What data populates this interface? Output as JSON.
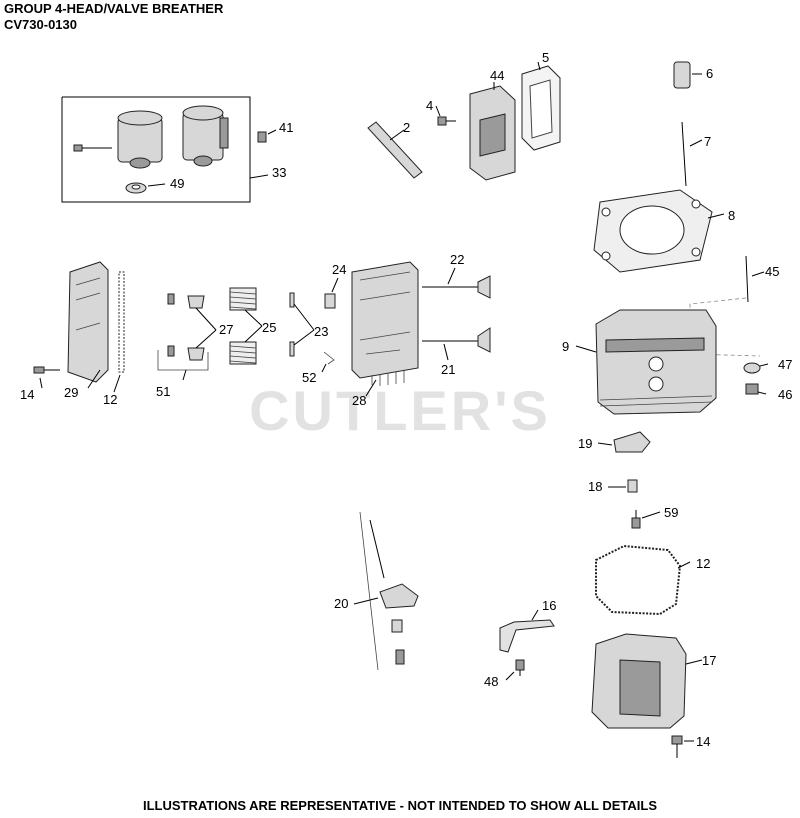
{
  "header": {
    "title": "GROUP 4-HEAD/VALVE BREATHER",
    "model": "CV730-0130"
  },
  "watermark": "CUTLER'S",
  "footer": "ILLUSTRATIONS ARE REPRESENTATIVE - NOT INTENDED TO SHOW ALL DETAILS",
  "callouts": {
    "c2": "2",
    "c4": "4",
    "c5": "5",
    "c6": "6",
    "c7": "7",
    "c8": "8",
    "c9": "9",
    "c12a": "12",
    "c12b": "12",
    "c14a": "14",
    "c14b": "14",
    "c16": "16",
    "c17": "17",
    "c18": "18",
    "c19": "19",
    "c20": "20",
    "c21": "21",
    "c22": "22",
    "c23": "23",
    "c24": "24",
    "c25": "25",
    "c27": "27",
    "c28": "28",
    "c29": "29",
    "c33": "33",
    "c41": "41",
    "c44": "44",
    "c45": "45",
    "c46": "46",
    "c47": "47",
    "c48": "48",
    "c49": "49",
    "c51": "51",
    "c52": "52",
    "c59": "59"
  }
}
